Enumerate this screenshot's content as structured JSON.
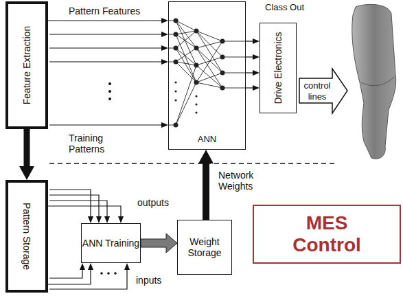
{
  "diagram": {
    "nodes": [
      {
        "text": [
          "Feature Extraction"
        ]
      },
      {
        "text": [
          "ANN"
        ]
      },
      {
        "text": [
          "Drive Electronics"
        ]
      },
      {
        "text": [
          "Pattern Storage"
        ]
      },
      {
        "text": [
          "ANN Training"
        ]
      },
      {
        "text": [
          "Weight Storage"
        ]
      },
      {
        "text": [
          "MES Control"
        ]
      }
    ],
    "edges": [
      {
        "from": 0,
        "to": 1,
        "arrow": "to"
      },
      {
        "from": 1,
        "to": 2,
        "arrow": "to"
      },
      {
        "from": 0,
        "to": 3,
        "arrow": "to"
      },
      {
        "from": 3,
        "to": 4,
        "arrow": "to"
      },
      {
        "from": 3,
        "to": 4,
        "arrow": "to"
      },
      {
        "from": 4,
        "to": 5,
        "arrow": "to"
      },
      {
        "from": 5,
        "to": 1,
        "arrow": "to"
      }
    ],
    "labels": [
      "Pattern Features",
      "Class Out",
      "Training Patterns",
      "control lines",
      "Network Weights",
      "outputs",
      "inputs"
    ]
  }
}
